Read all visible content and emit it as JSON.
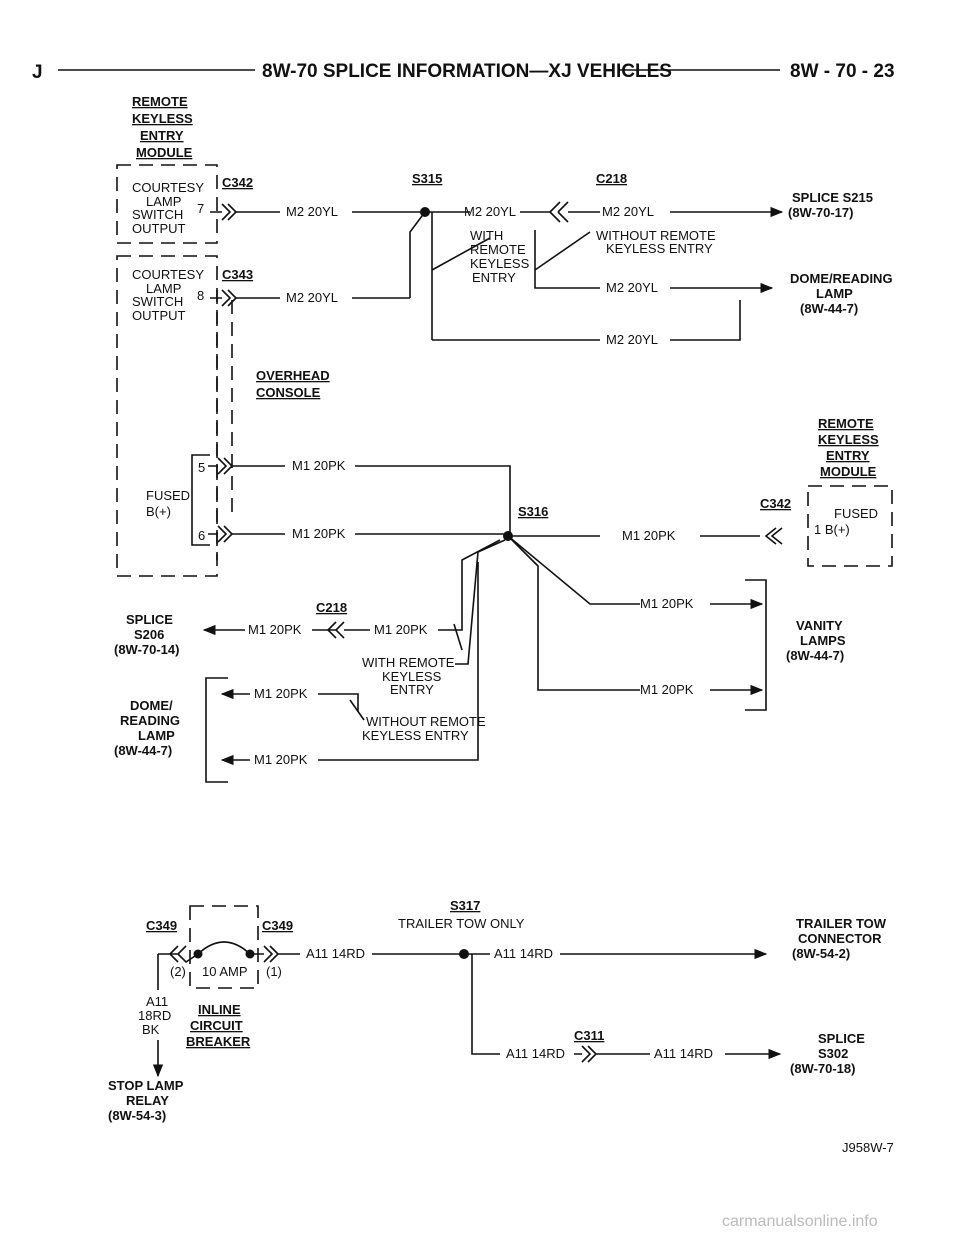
{
  "header": {
    "left_letter": "J",
    "title": "8W-70 SPLICE INFORMATION—XJ VEHICLES",
    "page": "8W - 70 - 23"
  },
  "top_module": {
    "name_lines": [
      "REMOTE",
      "KEYLESS",
      "ENTRY",
      "MODULE"
    ],
    "pin7_lines": [
      "COURTESY",
      "LAMP",
      "SWITCH",
      "OUTPUT"
    ],
    "pin7": "7",
    "connector7": "C342",
    "pin8_lines": [
      "COURTESY",
      "LAMP",
      "SWITCH",
      "OUTPUT"
    ],
    "pin8": "8",
    "connector8": "C343",
    "fused_lines": [
      "FUSED",
      "B(+)"
    ],
    "pin5": "5",
    "pin6": "6"
  },
  "overhead_console": [
    "OVERHEAD",
    "CONSOLE"
  ],
  "wires": {
    "m2": "M2 20YL",
    "m1": "M1 20PK",
    "a11_14": "A11 14RD",
    "a11_18": [
      "A11",
      "18RD",
      "BK"
    ]
  },
  "splices": {
    "s315": "S315",
    "s316": "S316",
    "s317": "S317"
  },
  "connectors": {
    "c218_top": "C218",
    "c218_mid": "C218",
    "c342_right": "C342",
    "c349_left": "C349",
    "c349_right": "C349",
    "c311": "C311"
  },
  "options": {
    "with_remote": [
      "WITH",
      "REMOTE",
      "KEYLESS",
      "ENTRY"
    ],
    "without_remote": [
      "WITHOUT REMOTE",
      "KEYLESS ENTRY"
    ],
    "with_remote_mid": [
      "WITH REMOTE",
      "KEYLESS",
      "ENTRY"
    ],
    "without_remote_mid": [
      "WITHOUT REMOTE",
      "KEYLESS ENTRY"
    ],
    "trailer_tow_only": "TRAILER TOW ONLY"
  },
  "destinations": {
    "splice_s215": [
      "SPLICE S215",
      "(8W-70-17)"
    ],
    "dome_reading_top": [
      "DOME/READING",
      "LAMP",
      "(8W-44-7)"
    ],
    "right_module": [
      "REMOTE",
      "KEYLESS",
      "ENTRY",
      "MODULE"
    ],
    "right_module_pin": [
      "FUSED",
      "1  B(+)"
    ],
    "splice_s206": [
      "SPLICE",
      "S206",
      "(8W-70-14)"
    ],
    "dome_reading_left": [
      "DOME/",
      "READING",
      "LAMP",
      "(8W-44-7)"
    ],
    "vanity": [
      "VANITY",
      "LAMPS",
      "(8W-44-7)"
    ],
    "trailer_connector": [
      "TRAILER TOW",
      "CONNECTOR",
      "(8W-54-2)"
    ],
    "splice_s302": [
      "SPLICE",
      "S302",
      "(8W-70-18)"
    ],
    "stop_lamp": [
      "STOP LAMP",
      "RELAY",
      "(8W-54-3)"
    ]
  },
  "breaker": {
    "rating": "10 AMP",
    "pin_left": "(2)",
    "pin_right": "(1)",
    "name_lines": [
      "INLINE",
      "CIRCUIT",
      "BREAKER"
    ]
  },
  "figure_code": "J958W-7",
  "watermark": "carmanualsonline.info"
}
